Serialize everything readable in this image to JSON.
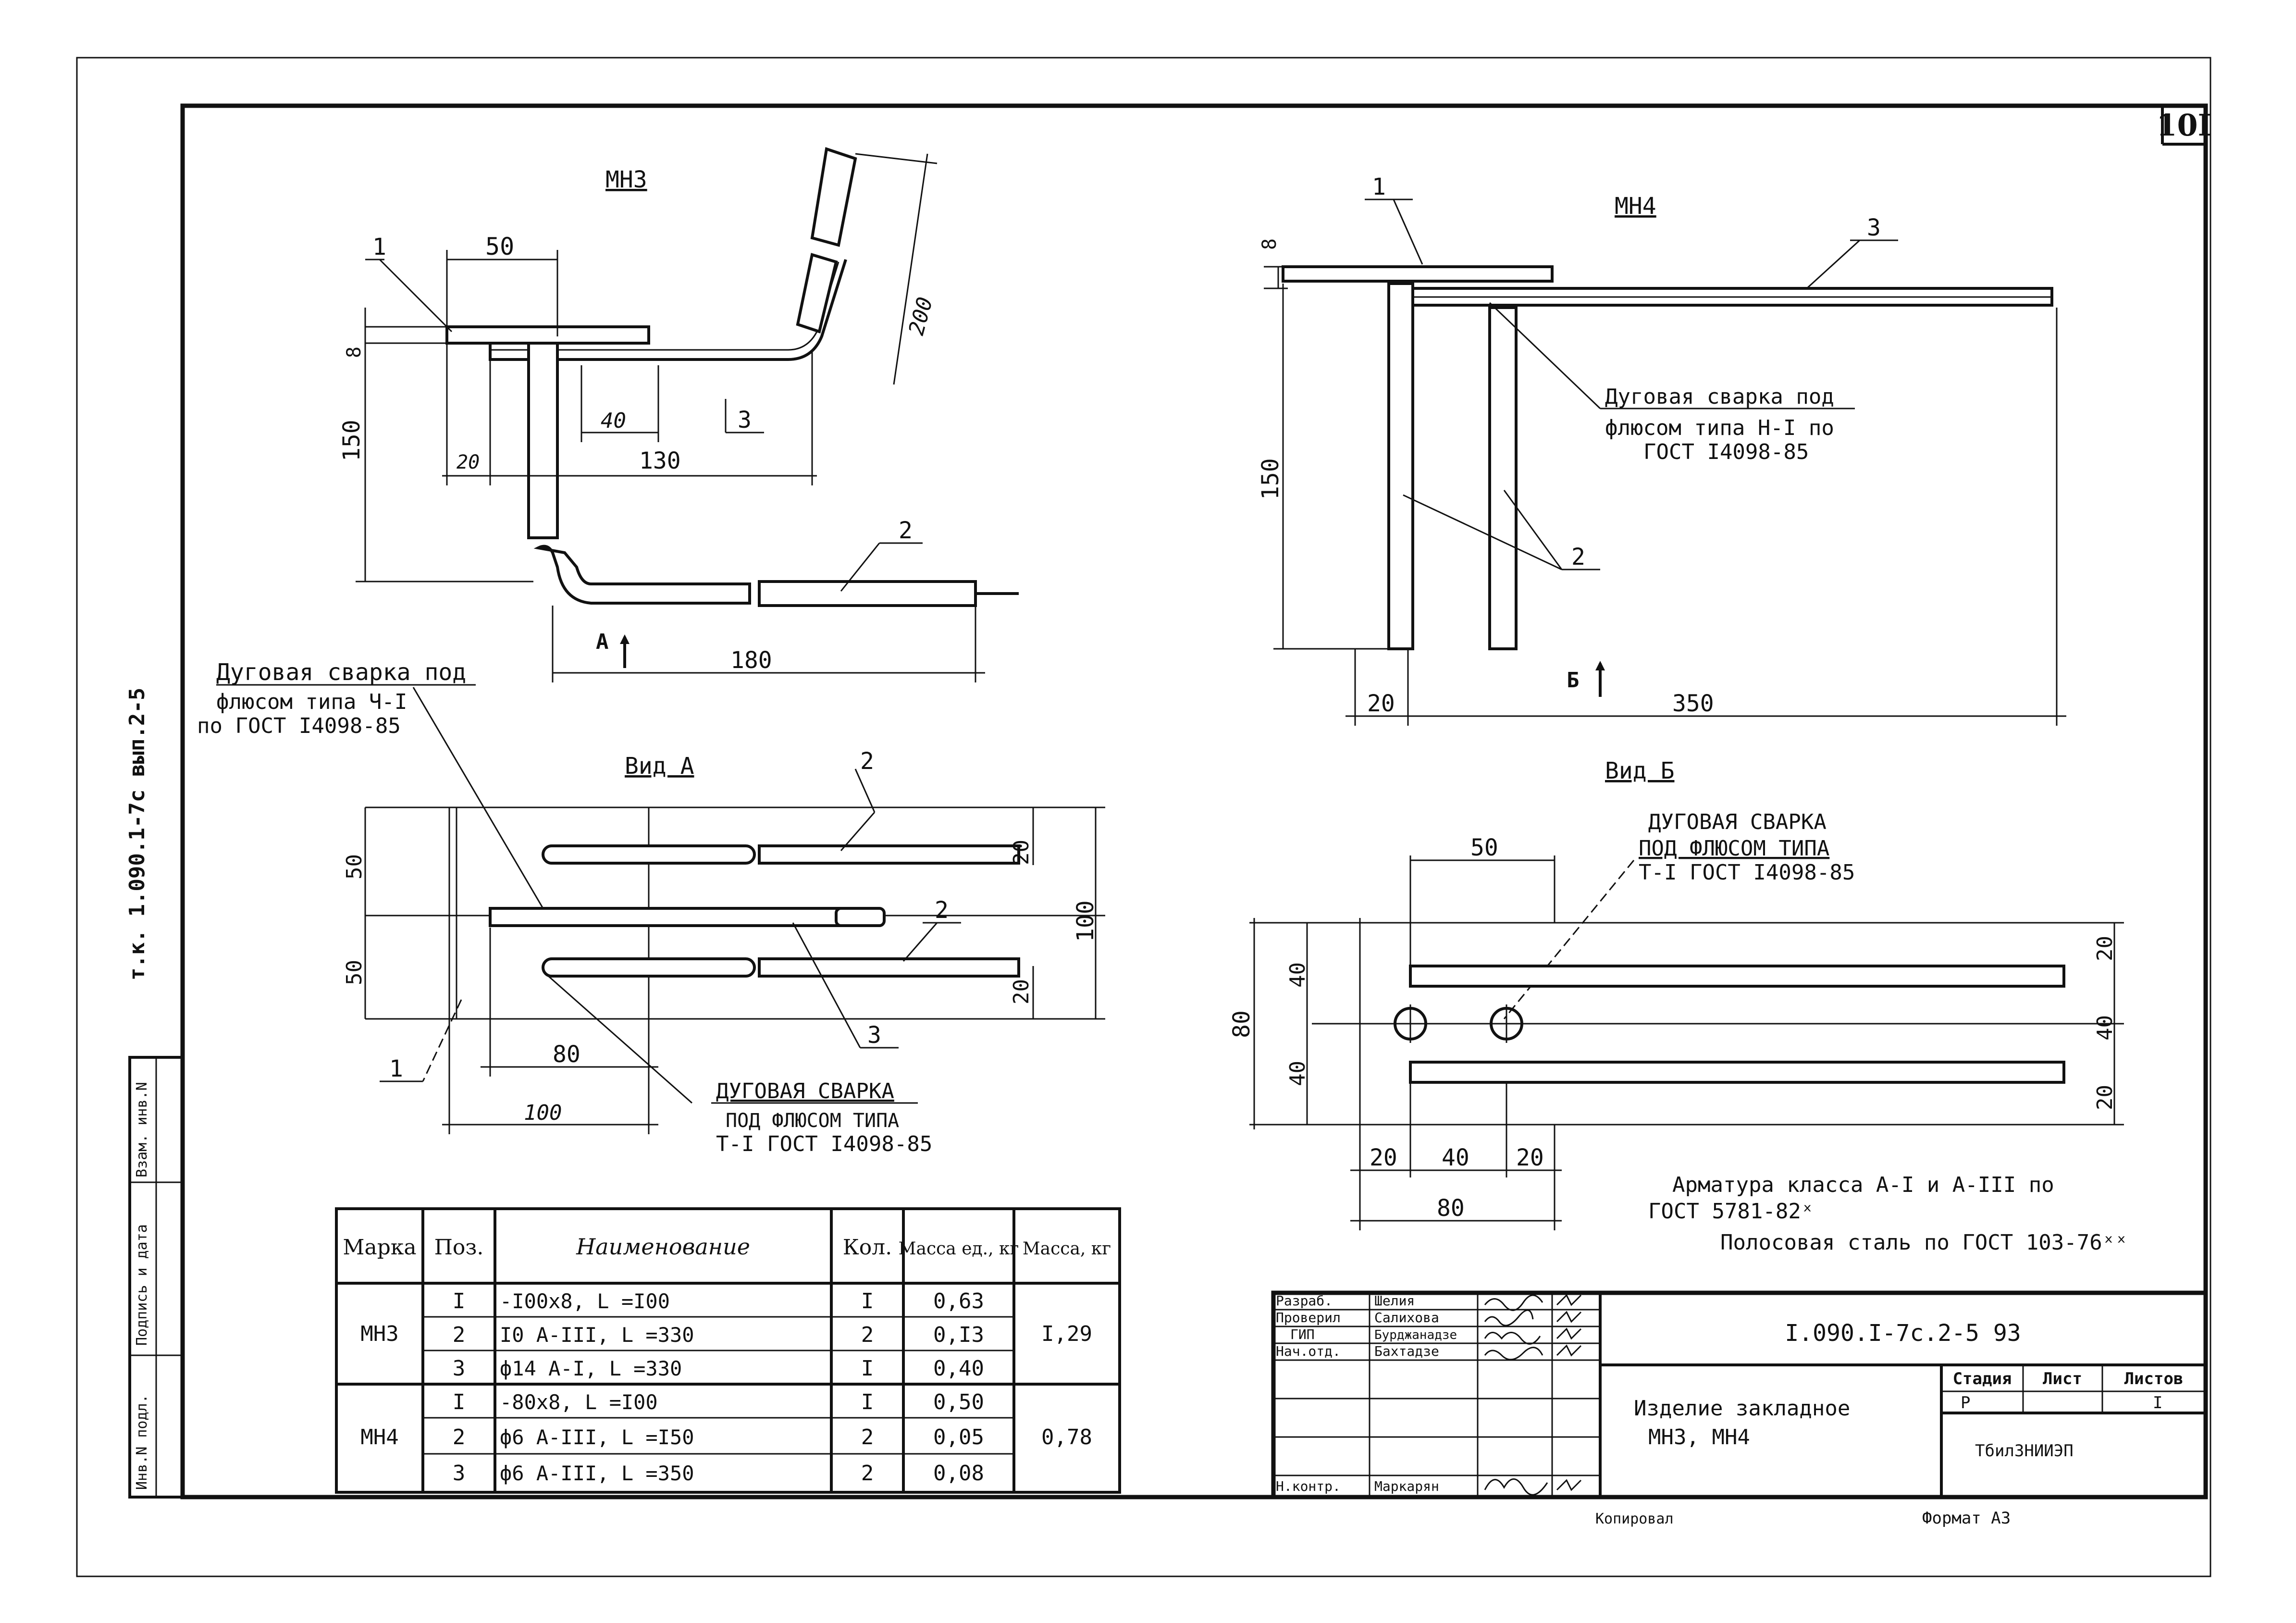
{
  "sheet": {
    "number": "10I",
    "format_label": "Формат А3",
    "copied_label": "Копировал",
    "side_code": "т.к. 1.090.1-7с вып.2-5",
    "side_stamp": [
      "Инв.N подл.",
      "Подпись и дата",
      "Взам. инв.N"
    ]
  },
  "view_mn3": {
    "title": "МН3",
    "dims": [
      "50",
      "8",
      "150",
      "40",
      "20",
      "130",
      "180",
      "200"
    ],
    "callouts": [
      "1",
      "2",
      "3"
    ],
    "view_arrow": "А"
  },
  "view_mn4": {
    "title": "МН4",
    "dims": [
      "8",
      "150",
      "20",
      "350"
    ],
    "callouts": [
      "1",
      "2",
      "3"
    ],
    "weld_note": [
      "Дуговая сварка под",
      "флюсом типа Н-I по",
      "ГОСТ I4098-85"
    ],
    "view_arrow": "Б"
  },
  "view_a": {
    "title": "Вид А",
    "dims": [
      "50",
      "50",
      "20",
      "100",
      "20",
      "80",
      "100"
    ],
    "callouts": [
      "2",
      "2",
      "3",
      "1"
    ],
    "weld_note_top": [
      "Дуговая сварка под",
      "флюсом типа Ч-I",
      "по ГОСТ I4098-85"
    ],
    "weld_note_bottom": [
      "ДУГОВАЯ СВАРКА",
      "ПОД ФЛЮСОМ ТИПА",
      "Т-I ГОСТ I4098-85"
    ]
  },
  "view_b": {
    "title": "Вид Б",
    "weld_note": [
      "ДУГОВАЯ СВАРКА",
      "ПОД ФЛЮСОМ ТИПА",
      "Т-I ГОСТ I4098-85"
    ],
    "dims": [
      "50",
      "40",
      "80",
      "40",
      "20",
      "40",
      "20",
      "20",
      "40",
      "20",
      "80"
    ]
  },
  "notes": {
    "line1": "Арматура класса А-I и А-III по",
    "line2": "ГОСТ 5781-82ˣ",
    "line3": "Полосовая сталь по ГОСТ 103-76ˣˣ"
  },
  "spec_table": {
    "headers": [
      "Марка",
      "Поз.",
      "Наименование",
      "Кол.",
      "Масса ед., кг",
      "Масса, кг"
    ],
    "groups": [
      {
        "mark": "МН3",
        "total": "I,29",
        "rows": [
          {
            "pos": "I",
            "name": "-I00x8, L =I00",
            "qty": "I",
            "mass": "0,63"
          },
          {
            "pos": "2",
            "name": "I0 А-III, L =330",
            "qty": "2",
            "mass": "0,I3"
          },
          {
            "pos": "3",
            "name": "ф14 А-I, L =330",
            "qty": "I",
            "mass": "0,40"
          }
        ]
      },
      {
        "mark": "МН4",
        "total": "0,78",
        "rows": [
          {
            "pos": "I",
            "name": "-80x8, L =I00",
            "qty": "I",
            "mass": "0,50"
          },
          {
            "pos": "2",
            "name": "ф6 А-III, L =I50",
            "qty": "2",
            "mass": "0,05"
          },
          {
            "pos": "3",
            "name": "ф6 А-III, L =350",
            "qty": "2",
            "mass": "0,08"
          }
        ]
      }
    ]
  },
  "title_block": {
    "doc_code": "I.090.I-7с.2-5 93",
    "item_title_1": "Изделие закладное",
    "item_title_2": "МН3, МН4",
    "roles": [
      "Разраб.",
      "Проверил",
      "ГИП",
      "Нач.отд.",
      "",
      "",
      "Н.контр."
    ],
    "names": [
      "Шелия",
      "Салихова",
      "Бурджанадзе",
      "Бахтадзе",
      "",
      "",
      "Маркарян"
    ],
    "stage_header": "Стадия",
    "sheet_header": "Лист",
    "sheets_header": "Листов",
    "stage_value": "Р",
    "sheets_value": "I",
    "org": "ТбилЗНИИЭП"
  }
}
